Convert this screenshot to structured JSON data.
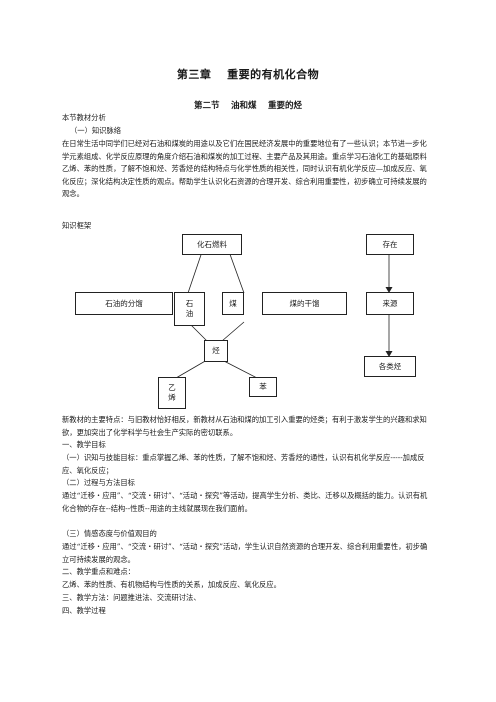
{
  "title": "第三章　 重要的有机化合物",
  "subtitle": "第二节　 油和煤　 重要的烃",
  "analysis_heading": "本节教材分析",
  "context_heading": "（一）知识脉络",
  "context_text": "在日常生活中同学们已经对石油和煤炭的用途以及它们在国民经济发展中的重要地位有了一些认识；本节进一步化学元素组成、化学反应原理的角度介绍石油和煤炭的加工过程、主要产品及其用途。重点学习石油化工的基础原料乙烯、苯的性质，了解不饱和烃、芳香烃的结构特点与化学性质的相关性，同时认识有机化学反应—加成反应、氧化反应；深化结构决定性质的观点。帮助学生认识化石资源的合理开发、综合利用重要性，初步确立可持续发展的观念。",
  "framework_heading": "知识框架",
  "diagram": {
    "fossil_fuel": "化石燃料",
    "oil_fraction": "石油的分馏",
    "petroleum": "石\n油",
    "coal": "煤",
    "coal_distillation": "煤的干馏",
    "hydrocarbon": "烃",
    "ethylene": "乙\n烯",
    "benzene": "苯",
    "existence": "存在",
    "source": "来源",
    "types": "各类烃"
  },
  "features_text": "新教材的主要特点：与旧教材恰好相反，新教材从石油和煤的加工引入重要的烃类；有利于激发学生的兴趣和求知欲，更加突出了化学科学与社会生产实际的密切联系。",
  "goals_heading": "一、教学目标",
  "goal1": "（一）识知与技能目标：重点掌握乙烯、苯的性质，了解不饱和烃、芳香烃的通性，认识有机化学反应-----加成反应、氧化反应；",
  "goal2_heading": "（二）过程与方法目标",
  "goal2": "通过“迁移・应用”、“交流・研讨”、“活动・探究”等活动，提高学生分析、类比、迁移以及概括的能力。认识有机化合物的存在--结构--性质--用途的主线就展现在我们面前。",
  "goal3_heading": "（三）情感态度与价值观目的",
  "goal3": "通过“迁移・应用”、“交流・研讨”、“活动・探究”活动，学生认识自然资源的合理开发、综合利用重要性，初步确立可持续发展的观念。",
  "keypoints": "二、教学重点和难点：",
  "keypoints_text": "乙烯、苯的性质、有机物结构与性质的关系，加成反应、氧化反应。",
  "methods": "三、教学方法：问题推进法、交流研讨法、",
  "process": "四、教学过程"
}
